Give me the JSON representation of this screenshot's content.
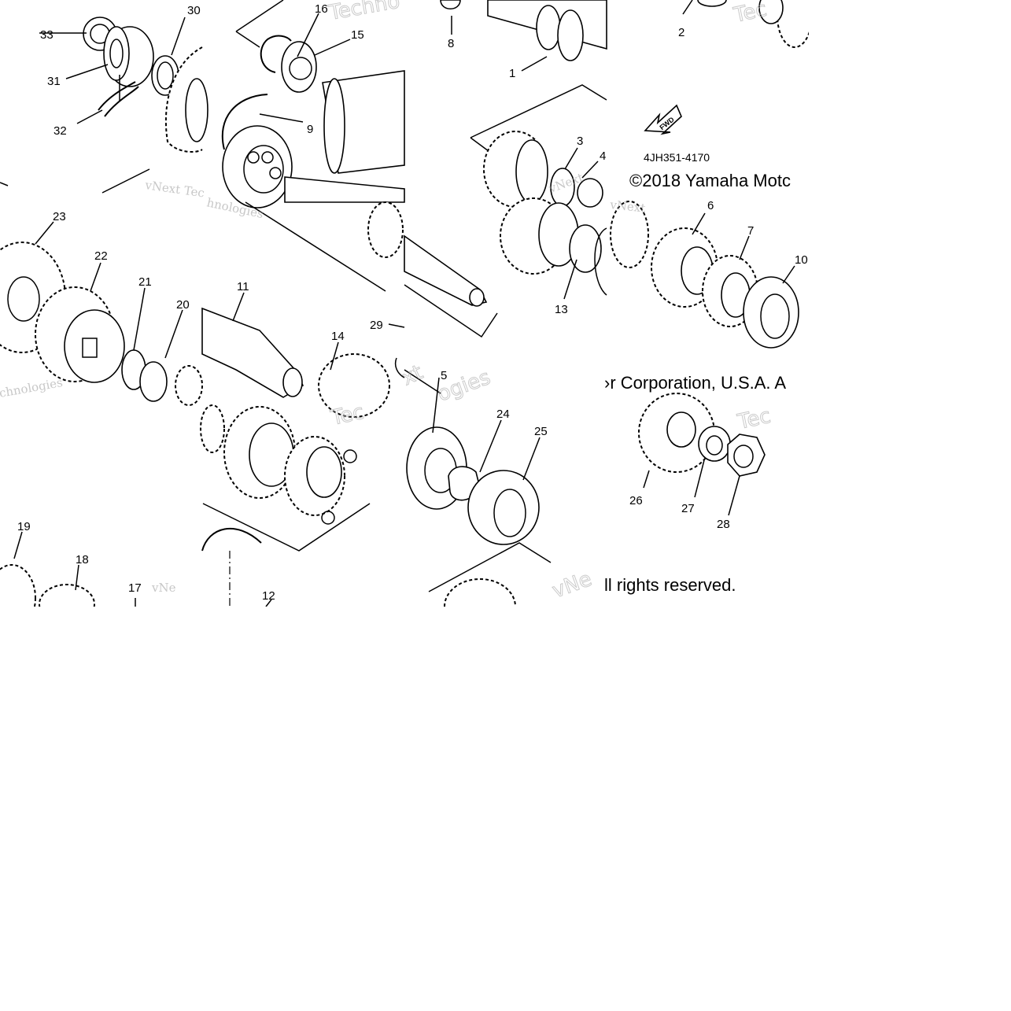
{
  "part_labels": {
    "p1": "1",
    "p2": "2",
    "p3": "3",
    "p4": "4",
    "p5": "5",
    "p6": "6",
    "p7": "7",
    "p8": "8",
    "p9": "9",
    "p10": "10",
    "p11": "11",
    "p12": "12",
    "p13": "13",
    "p14": "14",
    "p15": "15",
    "p16": "16",
    "p17": "17",
    "p18": "18",
    "p19": "19",
    "p20": "20",
    "p21": "21",
    "p22": "22",
    "p23": "23",
    "p24": "24",
    "p25": "25",
    "p26": "26",
    "p27": "27",
    "p28": "28",
    "p29": "29",
    "p30": "30",
    "p31": "31",
    "p32": "32",
    "p33": "33"
  },
  "fwd_arrow_label": "FWD",
  "diagram_code": "4JH351-4170",
  "copyright_fragments": {
    "line1": "©2018 Yamaha Motc",
    "line2": "›r Corporation, U.S.A. A",
    "line3": "ll rights reserved."
  },
  "watermarks": {
    "serif_a": "vNext Tec",
    "serif_b": "vNext",
    "serif_c": "vNext",
    "serif_d": "vNe",
    "serif_e": "chnologies",
    "serif_f": "hnologies",
    "big_a": "Techno",
    "big_b": "Tec",
    "big_c": "Tec",
    "big_d": "Tec",
    "big_e": "xt",
    "big_f": "ogies",
    "big_g": "vNe"
  }
}
